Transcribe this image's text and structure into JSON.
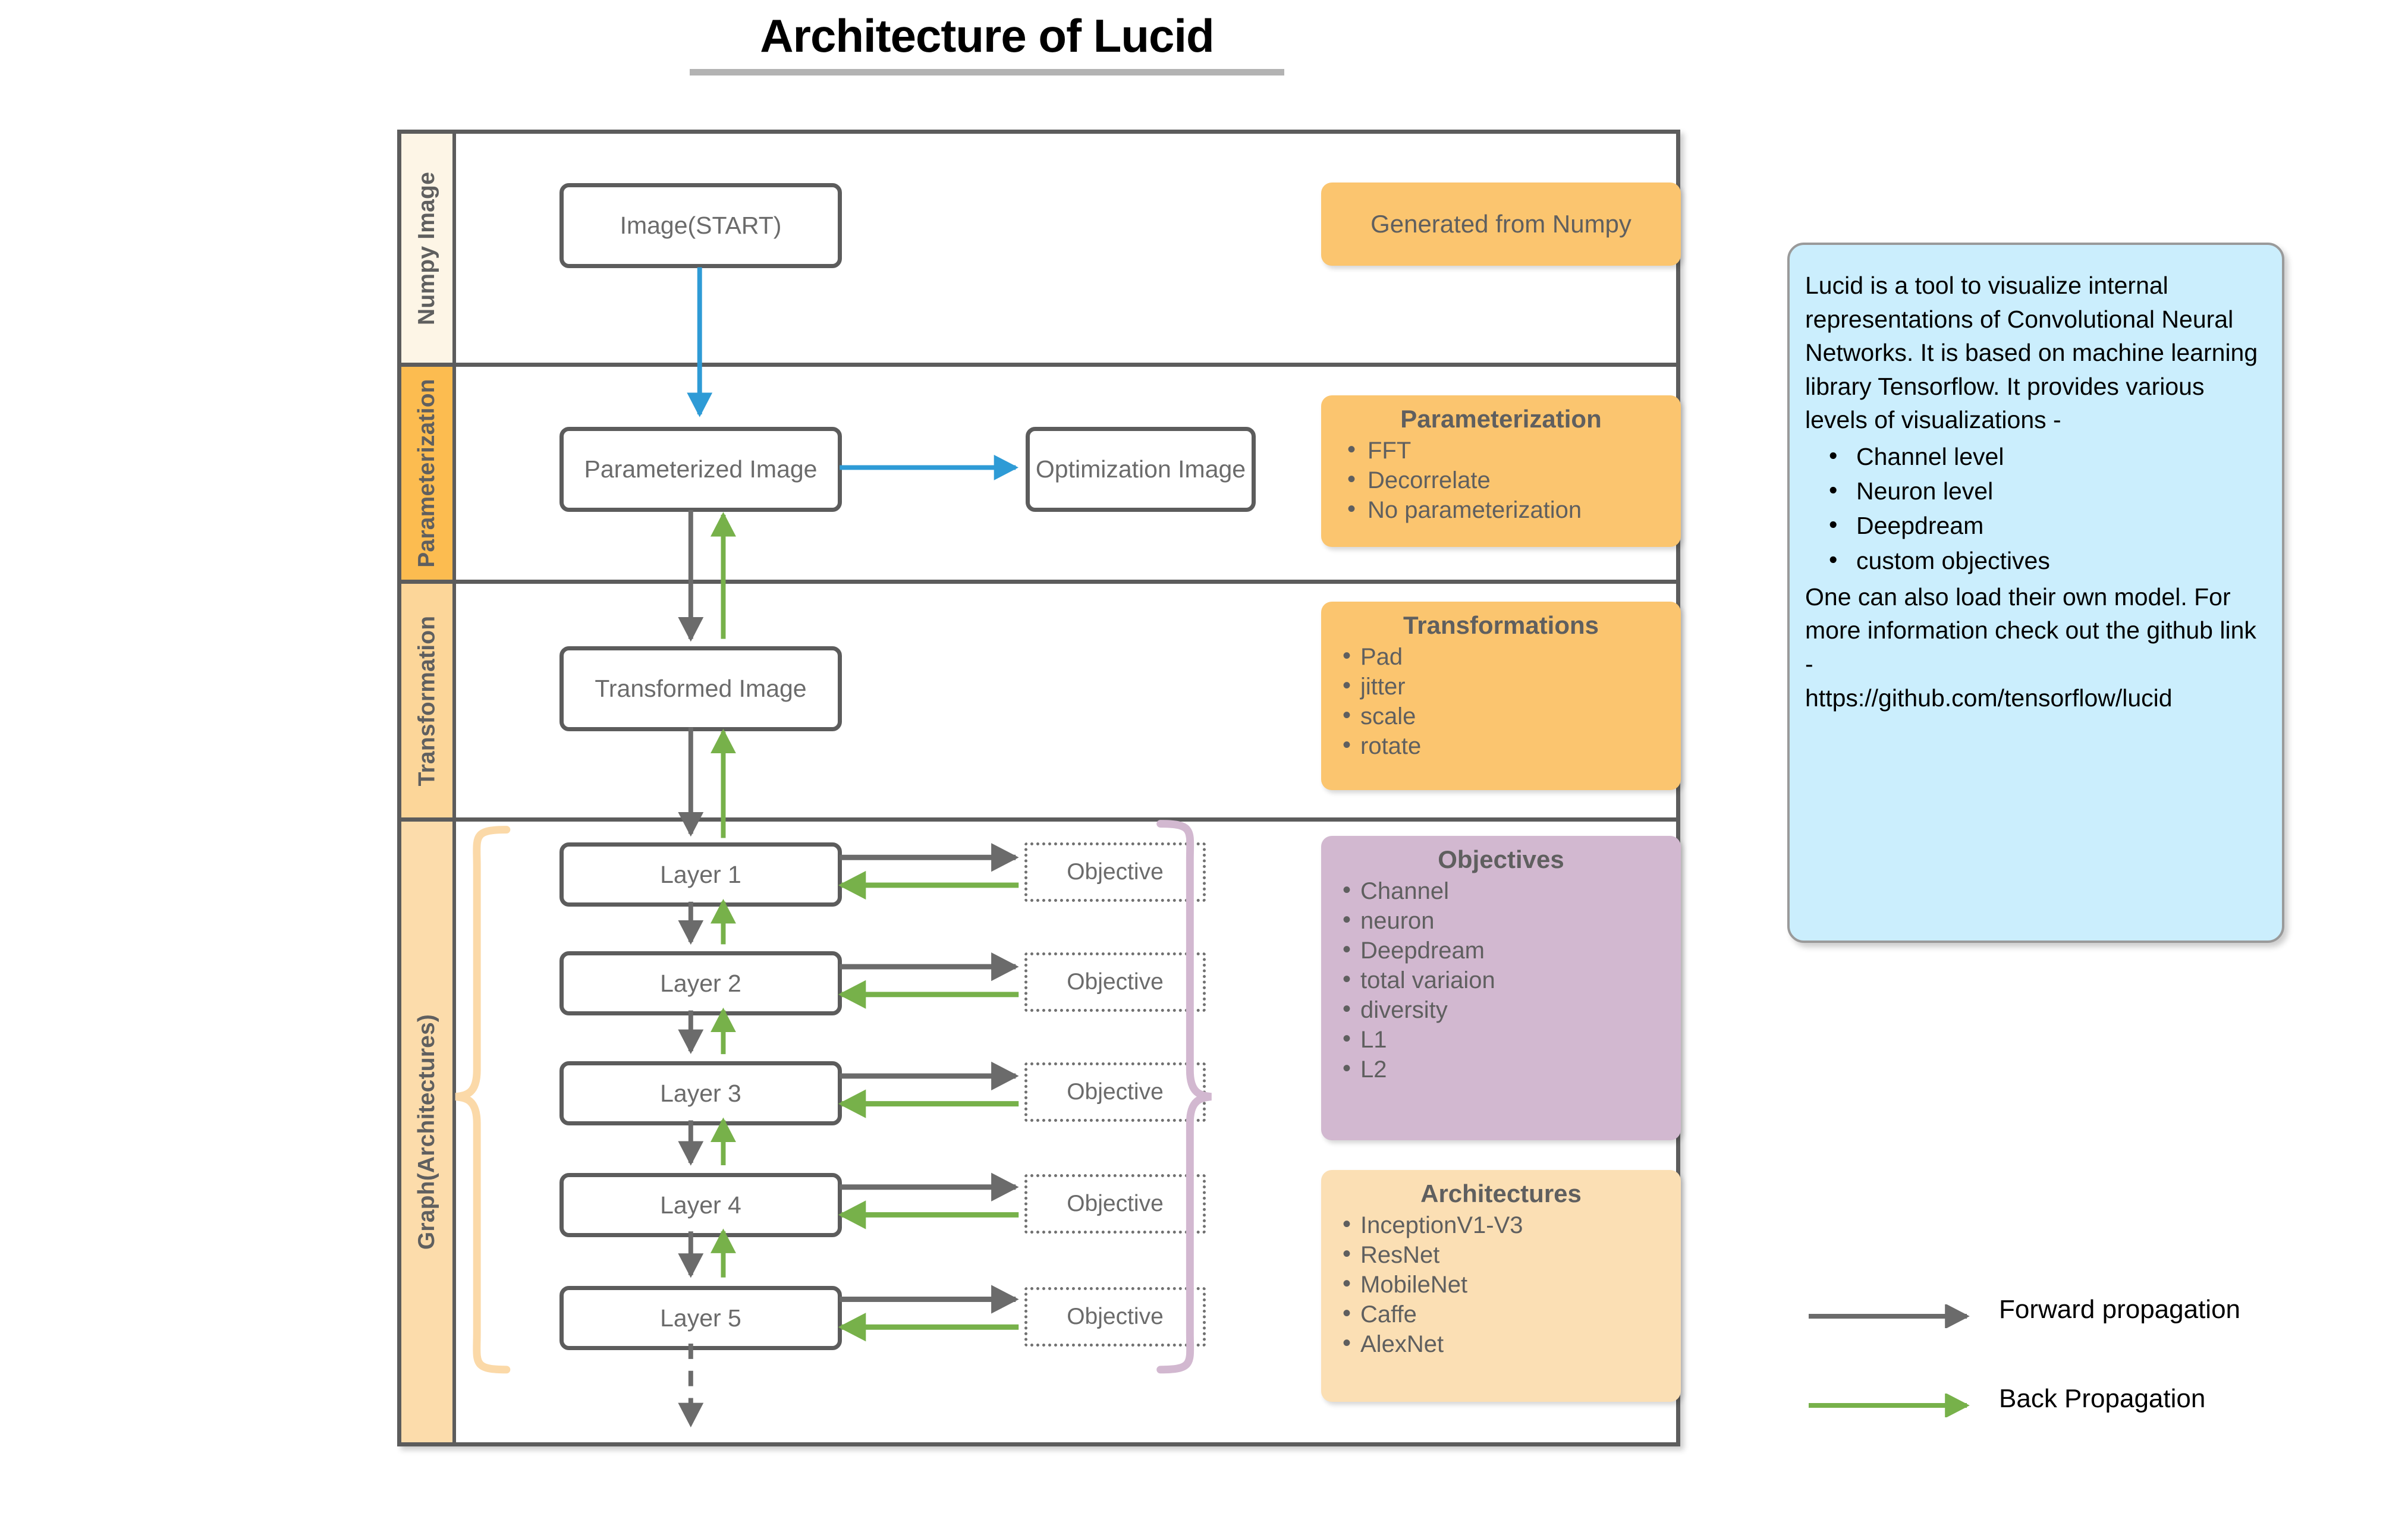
{
  "title": "Architecture of Lucid",
  "bands": [
    {
      "key": "numpy",
      "label": "Numpy Image",
      "color": "#fdf5e6"
    },
    {
      "key": "param",
      "label": "Parameterization",
      "color": "#fcbc50"
    },
    {
      "key": "trans",
      "label": "Transformation",
      "color": "#fcd699"
    },
    {
      "key": "graph",
      "label": "Graph(Architectures)",
      "color": "#fcdcab"
    }
  ],
  "nodes": {
    "image_start": "Image(START)",
    "parameterized_image": "Parameterized Image",
    "optimization_image": "Optimization Image",
    "transformed_image": "Transformed Image",
    "layers": [
      "Layer 1",
      "Layer 2",
      "Layer 3",
      "Layer 4",
      "Layer 5"
    ],
    "objective": "Objective",
    "objectives": [
      "Objective",
      "Objective",
      "Objective",
      "Objective",
      "Objective"
    ]
  },
  "cards": {
    "numpy": {
      "text": "Generated from Numpy",
      "bg": "#fbc56f"
    },
    "parameterization": {
      "title": "Parameterization",
      "items": [
        "FFT",
        "Decorrelate",
        "No parameterization"
      ],
      "bg": "#fbc56f"
    },
    "transformations": {
      "title": "Transformations",
      "items": [
        "Pad",
        "jitter",
        "scale",
        "rotate"
      ],
      "bg": "#fbc56f"
    },
    "objectives": {
      "title": "Objectives",
      "items": [
        "Channel",
        "neuron",
        "Deepdream",
        "total variaion",
        "diversity",
        "L1",
        "L2"
      ],
      "bg": "#d2b8d0"
    },
    "architectures": {
      "title": "Architectures",
      "items": [
        "InceptionV1-V3",
        "ResNet",
        "MobileNet",
        "Caffe",
        "AlexNet"
      ],
      "bg": "#fbdfb4"
    }
  },
  "info_panel": {
    "paragraph1": "Lucid is a tool to visualize internal representations of Convolutional Neural Networks. It is based on machine learning library Tensorflow. It provides various levels of visualizations -",
    "bullets": [
      "Channel level",
      "Neuron level",
      "Deepdream",
      "custom objectives"
    ],
    "paragraph2": "One can also load their own model. For more information check out the github link -",
    "url": "https://github.com/tensorflow/lucid",
    "bg": "#cbeefd"
  },
  "legend": {
    "forward": {
      "label": "Forward propagation",
      "color": "#6b6b6b"
    },
    "back": {
      "label": "Back Propagation",
      "color": "#77b14a"
    }
  },
  "colors": {
    "forward_arrow": "#6b6b6b",
    "back_arrow": "#77b14a",
    "blue_arrow": "#2e9bd6",
    "brace_left": "#fbd9a8",
    "brace_right": "#d2b8d0",
    "node_border": "#5c5c5c",
    "node_text": "#6b6b6b"
  }
}
